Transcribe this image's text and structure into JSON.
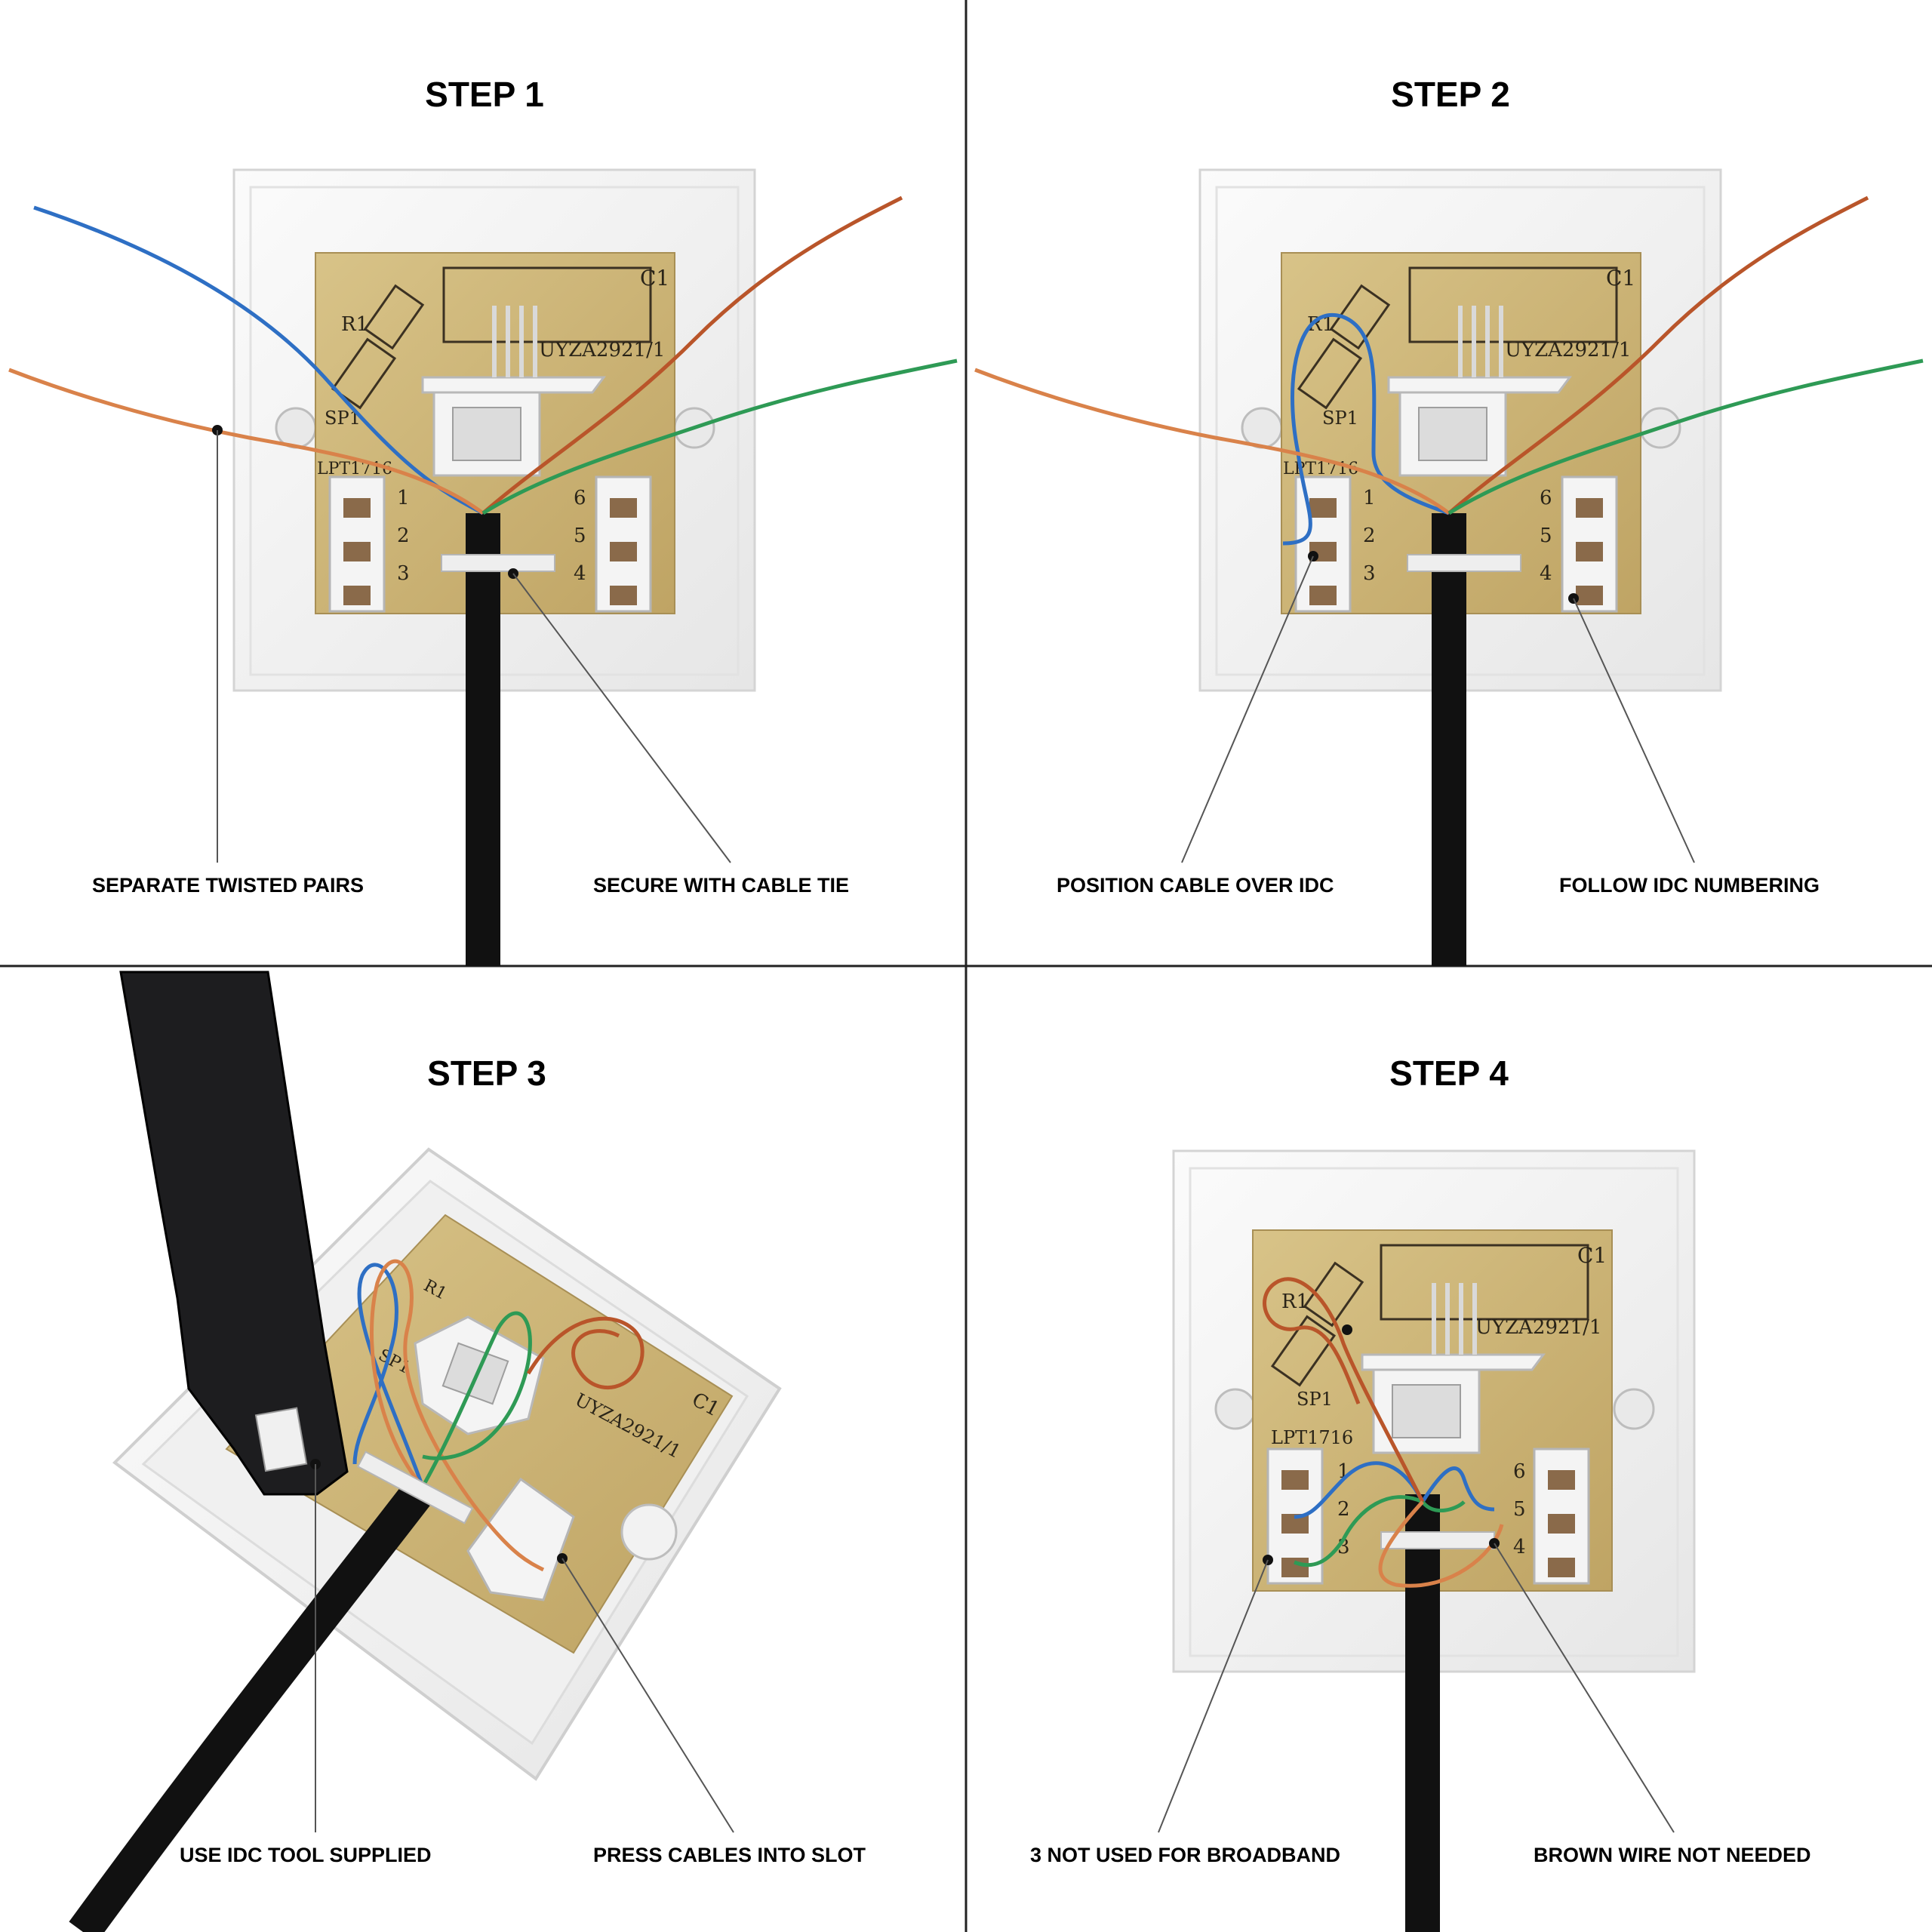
{
  "panels": [
    {
      "title": "STEP 1",
      "captions": [
        "SEPARATE TWISTED PAIRS",
        "SECURE WITH CABLE TIE"
      ]
    },
    {
      "title": "STEP 2",
      "captions": [
        "POSITION CABLE OVER IDC",
        "FOLLOW IDC NUMBERING"
      ]
    },
    {
      "title": "STEP 3",
      "captions": [
        "USE IDC TOOL SUPPLIED",
        "PRESS CABLES INTO SLOT"
      ]
    },
    {
      "title": "STEP 4",
      "captions": [
        "3 NOT USED FOR BROADBAND",
        "BROWN WIRE NOT NEEDED"
      ]
    }
  ],
  "board_labels": {
    "capacitor": "C1",
    "resistor": "R1",
    "part_number": "UYZA2921/1",
    "spark": "SP1",
    "ic": "LPT1716",
    "terminals_left": [
      "1",
      "2",
      "3"
    ],
    "terminals_right": [
      "6",
      "5",
      "4"
    ]
  },
  "colors": {
    "board": "#cdb57a",
    "plate": "#f6f6f6",
    "cable": "#111111",
    "wire_blue": "#2e6fc4",
    "wire_orange": "#d9824a",
    "wire_brown": "#b9552a",
    "wire_green": "#2e9a55"
  }
}
